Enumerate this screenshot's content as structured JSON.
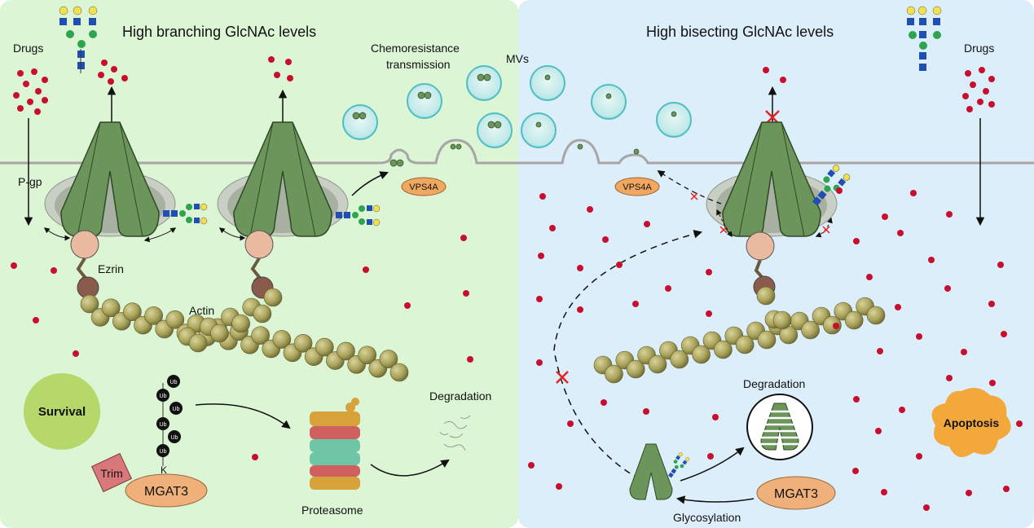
{
  "left": {
    "title": "High  branching GlcNAc levels",
    "drugs": "Drugs",
    "pgp": "P-gp",
    "ezrin": "Ezrin",
    "actin": "Actin",
    "chemo1": "Chemoresistance",
    "chemo2": "transmission",
    "mvs": "MVs",
    "vps4a": "VPS4A",
    "survival": "Survival",
    "trim": "Trim",
    "mgat3": "MGAT3",
    "ub": "Ub",
    "k": "K",
    "proteasome": "Proteasome",
    "degradation": "Degradation"
  },
  "right": {
    "title": "High  bisecting GlcNAc levels",
    "drugs": "Drugs",
    "vps4a": "VPS4A",
    "degradation": "Degradation",
    "apoptosis": "Apoptosis",
    "mgat3": "MGAT3",
    "glycosylation": "Glycosylation"
  },
  "colors": {
    "left_bg": "#dcf5d4",
    "right_bg": "#ddeefb",
    "drug": "#c8102e",
    "pgp": "#6b955a",
    "actin": "#a9a35b",
    "vesicle": "#4fbec4",
    "mgat3": "#f0b07a",
    "survival": "#b6d86a",
    "apoptosis": "#f2a83a",
    "trim": "#d9787a",
    "glycan_blue": "#1f4fb3",
    "glycan_green": "#2ea44f",
    "glycan_yellow": "#f4e04d"
  }
}
